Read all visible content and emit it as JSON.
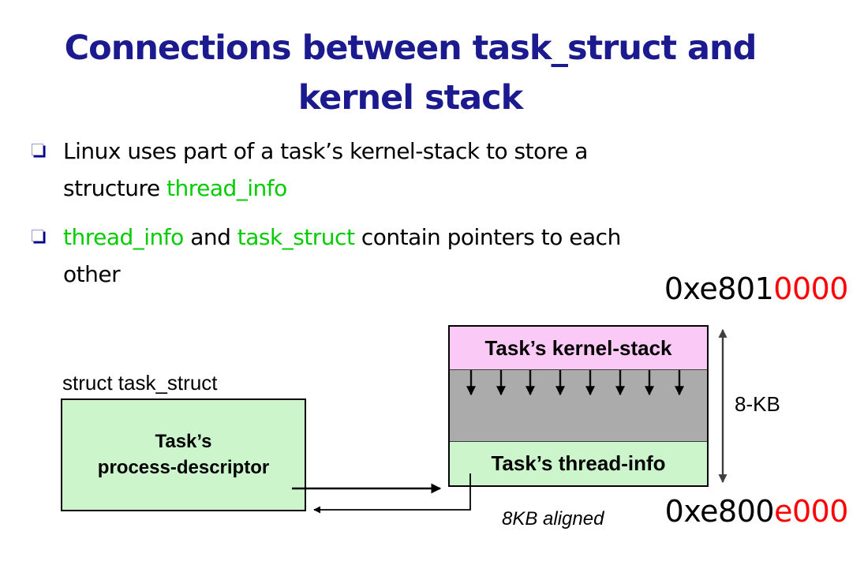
{
  "slide": {
    "title": {
      "line1": "Connections between task_struct and",
      "line2": "kernel stack"
    },
    "bullets": [
      {
        "lines": [
          [
            {
              "text": "Linux uses part of a task’s kernel-stack to store a",
              "color": "#000000"
            }
          ],
          [
            {
              "text": "structure ",
              "color": "#000000"
            },
            {
              "text": "thread_info",
              "color": "#00cc00"
            }
          ]
        ]
      },
      {
        "lines": [
          [
            {
              "text": "thread_info",
              "color": "#00cc00"
            },
            {
              "text": " and ",
              "color": "#000000"
            },
            {
              "text": "task_struct",
              "color": "#00cc00"
            },
            {
              "text": " contain pointers to each",
              "color": "#000000"
            }
          ],
          [
            {
              "text": "other",
              "color": "#000000"
            }
          ]
        ]
      }
    ]
  },
  "diagram": {
    "address_top": [
      {
        "text": "0xe801",
        "color": "#000000"
      },
      {
        "text": "0000",
        "color": "#ff0000"
      }
    ],
    "address_bottom": [
      {
        "text": "0xe800",
        "color": "#000000"
      },
      {
        "text": "e000",
        "color": "#ff0000"
      }
    ],
    "stack_box": {
      "kernel_stack_label": "Task’s kernel-stack",
      "thread_info_label": "Task’s thread-info"
    },
    "task_box": {
      "line1": "Task’s",
      "line2": "process-descriptor"
    },
    "struct_label": "struct task_struct",
    "size_label": "8-KB",
    "aligned_label": "8KB aligned"
  },
  "colors": {
    "title_blue": "#1b1b8f",
    "code_green": "#00cc00",
    "accent_red": "#ff0000",
    "pink_fill": "#fac9f6",
    "green_fill": "#ccf5cc",
    "gray_fill": "#ababab",
    "bullet_navy": "#00008b"
  }
}
